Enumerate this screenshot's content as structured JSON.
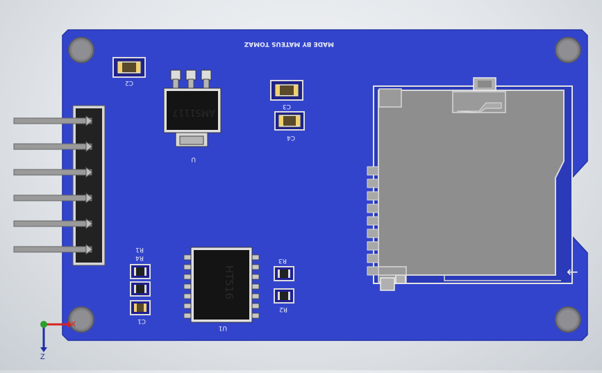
{
  "board": {
    "brand_text": "MADE BY MATEUS TOMAZ",
    "regulator_marking": "AMS1117",
    "buffer_marking": "HT516",
    "designators": {
      "c2": "C2",
      "c3": "C3",
      "c4": "C4",
      "u_regulator": "U",
      "u1_buffer": "U1",
      "r1": "R1",
      "r4": "R4",
      "c1": "C1",
      "r3": "R3",
      "r2": "R2"
    },
    "insert_arrow": "←"
  },
  "triad": {
    "x_label": "X",
    "z_label": "Z"
  },
  "colors": {
    "pcb": "#3344cc",
    "pcb_edge": "#2232a8",
    "chip": "#141414",
    "socket": "#8e8e8e",
    "pin": "#9a9a9a"
  }
}
